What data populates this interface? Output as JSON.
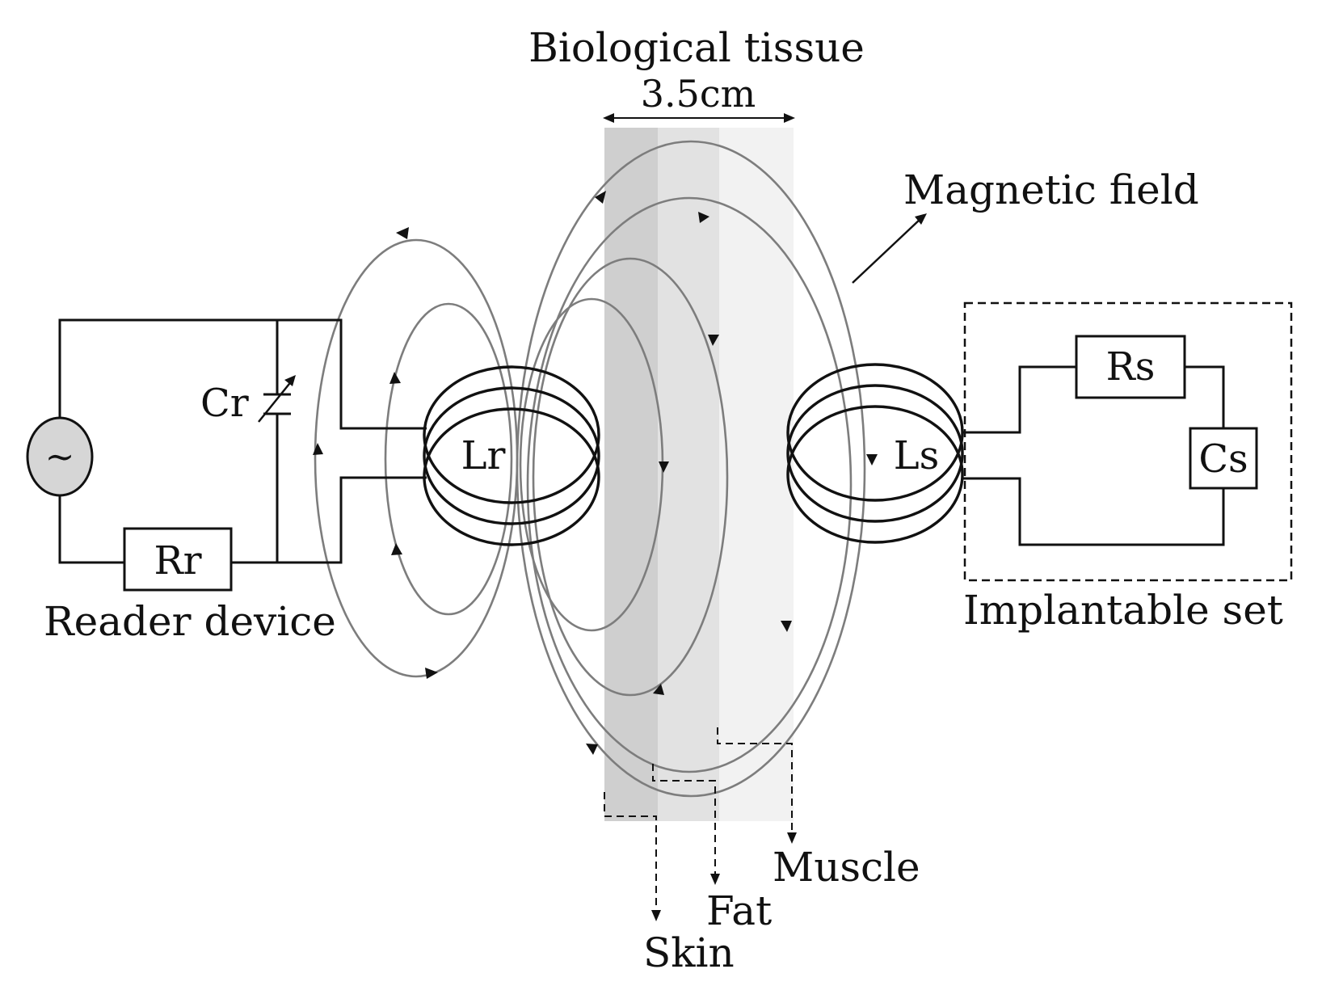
{
  "tissue": {
    "title": "Biological tissue",
    "thickness": "3.5cm",
    "layers": [
      "Skin",
      "Fat",
      "Muscle"
    ],
    "colors": {
      "skin": "#cfcfcf",
      "fat": "#e2e2e2",
      "muscle": "#f2f2f2"
    }
  },
  "field": {
    "label": "Magnetic field",
    "color": "#7d7d7d"
  },
  "reader": {
    "label": "Reader device",
    "source_symbol": "~",
    "resistor": "Rr",
    "capacitor": "Cr",
    "coil": "Lr"
  },
  "implant": {
    "label": "Implantable set",
    "resistor": "Rs",
    "capacitor": "Cs",
    "coil": "Ls"
  }
}
